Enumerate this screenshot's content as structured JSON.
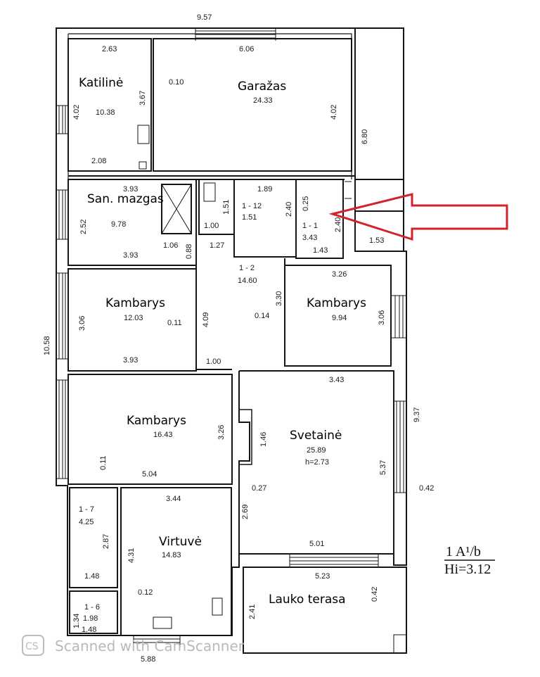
{
  "rooms": {
    "katiline": {
      "name": "Katilinė",
      "area": "10.38"
    },
    "garazas": {
      "name": "Garažas",
      "area": "24.33"
    },
    "san_mazgas": {
      "name": "San. mazgas",
      "area": "9.78"
    },
    "kambarys_a": {
      "name": "Kambarys",
      "area": "12.03"
    },
    "kambarys_b": {
      "name": "Kambarys",
      "area": "9.94"
    },
    "kambarys_c": {
      "name": "Kambarys",
      "area": "16.43"
    },
    "svetaine": {
      "name": "Svetainė",
      "area": "25.89",
      "height": "h=2.73"
    },
    "virtuve": {
      "name": "Virtuvė",
      "area": "14.83"
    },
    "lauko_terasa": {
      "name": "Lauko terasa"
    },
    "room_1_1": {
      "code": "1 - 1",
      "area": "3.43"
    },
    "room_1_2": {
      "code": "1 - 2",
      "area": "14.60"
    },
    "room_1_12": {
      "code": "1 - 12",
      "area": "1.51"
    },
    "room_1_7": {
      "code": "1 - 7",
      "area": "4.25"
    },
    "room_1_6": {
      "code": "1 - 6",
      "area": "1.98"
    }
  },
  "dimensions": {
    "outer_top": "9.57",
    "outer_left": "10.58",
    "outer_right_lower": "9.37",
    "right_strip": "6.80",
    "bottom": "5.88",
    "kat_top": "2.63",
    "kat_left": "4.02",
    "kat_inner": "3.67",
    "kat_bottom": "2.08",
    "kat_wall": "0.10",
    "gar_top": "6.06",
    "gar_right": "4.02",
    "san_top": "3.93",
    "san_left": "2.52",
    "san_bottom": "3.93",
    "san_a": "1.06",
    "san_b": "0.88",
    "wc_side": "1.51",
    "wc_bottom": "1.00",
    "hall_a": "1.27",
    "r112_top": "1.89",
    "r112_right": "2.40",
    "r11_a": "0.25",
    "r11_b": "2.40",
    "r11_bottom": "1.43",
    "strip_box": "1.53",
    "k1_left": "3.06",
    "k1_bottom": "3.93",
    "k1_wall": "0.11",
    "hall_side": "4.09",
    "hall_bottom": "1.00",
    "k2_top": "3.26",
    "k2_left": "3.30",
    "k2_right": "3.06",
    "k2_wall": "0.14",
    "sv_top": "3.43",
    "sv_fire": "1.46",
    "sv_right": "5.37",
    "sv_wall": "0.27",
    "sv_win": "0.42",
    "sv_left": "2.69",
    "sv_bottom": "5.01",
    "k3_right": "3.26",
    "k3_wall": "0.11",
    "k3_bottom": "5.04",
    "r17_right": "2.87",
    "r17_bottom": "1.48",
    "vir_top": "3.44",
    "vir_left": "4.31",
    "vir_wall": "0.12",
    "r16_left": "1.34",
    "r16_bottom": "1.48",
    "ter_top": "5.23",
    "ter_left": "2.41",
    "ter_right": "0.42"
  },
  "title": {
    "line1": "1 A¹/b",
    "line2": "Hi=3.12"
  },
  "watermark": {
    "text": "Scanned with CamScanner",
    "logo": "CS"
  },
  "colors": {
    "arrow": "#d3232a",
    "wall": "#151515",
    "paper": "#ffffff",
    "watermark": "#bdbdbd"
  }
}
